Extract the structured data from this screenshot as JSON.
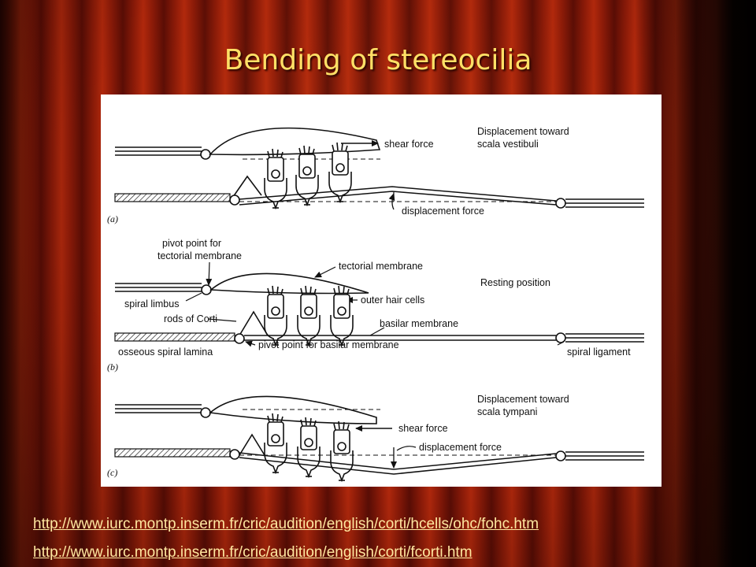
{
  "slide": {
    "title": "Bending of stereocilia"
  },
  "diagram": {
    "panel_a": {
      "letter": "(a)",
      "heading_line1": "Displacement toward",
      "heading_line2": "scala vestibuli",
      "shear_force": "shear force",
      "displacement_force": "displacement force"
    },
    "panel_b": {
      "letter": "(b)",
      "pivot_tectorial_line1": "pivot point for",
      "pivot_tectorial_line2": "tectorial membrane",
      "tectorial_membrane": "tectorial membrane",
      "resting_position": "Resting position",
      "spiral_limbus": "spiral limbus",
      "outer_hair_cells": "outer hair cells",
      "rods_of_corti": "rods of Corti",
      "basilar_membrane": "basilar membrane",
      "osseous_spiral_lamina": "osseous spiral lamina",
      "pivot_basilar": "pivot point for basilar membrane",
      "spiral_ligament": "spiral ligament"
    },
    "panel_c": {
      "letter": "(c)",
      "heading_line1": "Displacement toward",
      "heading_line2": "scala tympani",
      "shear_force": "shear force",
      "displacement_force": "displacement force"
    }
  },
  "links": [
    "http://www.iurc.montp.inserm.fr/cric/audition/english/corti/hcells/ohc/fohc.htm",
    "http://www.iurc.montp.inserm.fr/cric/audition/english/corti/fcorti.htm"
  ]
}
